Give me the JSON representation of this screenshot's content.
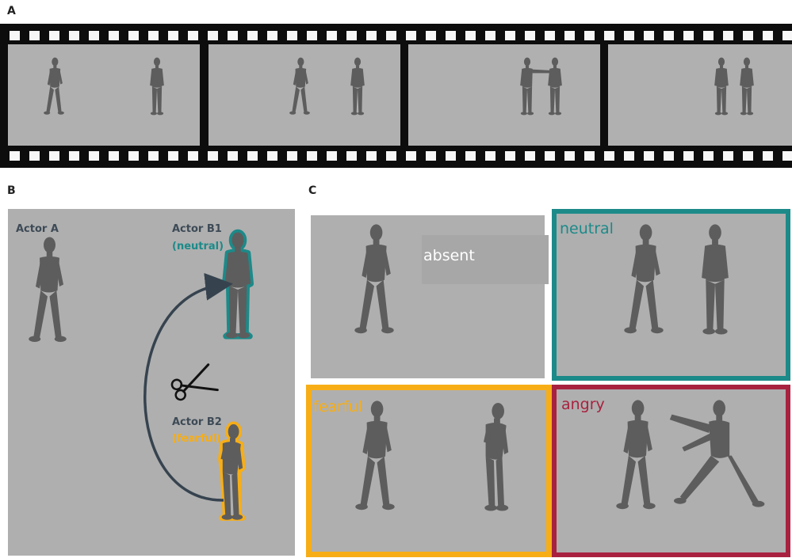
{
  "panel_labels": {
    "a": "A",
    "b": "B",
    "c": "C"
  },
  "panel_b": {
    "actor_a": "Actor A",
    "actor_b1": "Actor B1",
    "actor_b1_state": "(neutral)",
    "actor_b2": "Actor B2",
    "actor_b2_state": "(fearful)"
  },
  "panel_c": {
    "absent": "absent",
    "neutral": "neutral",
    "fearful": "fearful",
    "angry": "angry"
  },
  "colors": {
    "neutral": "#1c8a89",
    "fearful": "#f7ae16",
    "angry": "#a8223f",
    "arrow": "#36434f",
    "figure": "#5d5d5d",
    "background": "#afafaf"
  },
  "icons": [
    "scissors-icon",
    "curved-arrow"
  ]
}
